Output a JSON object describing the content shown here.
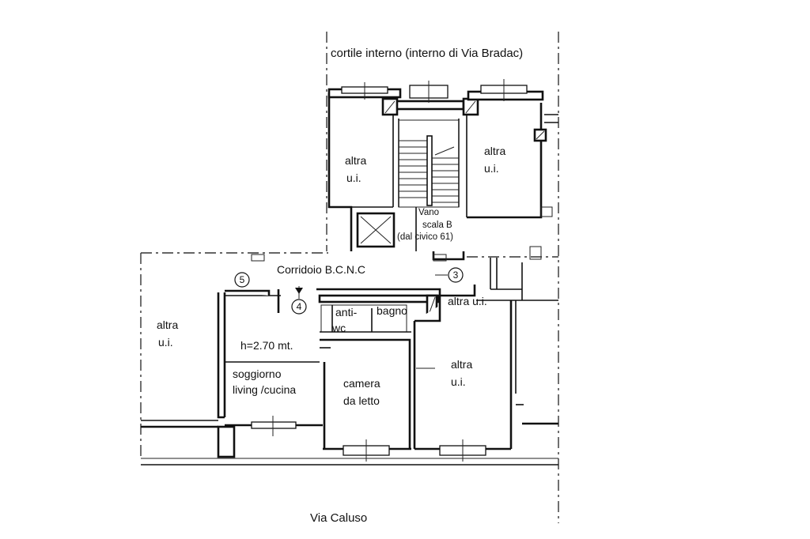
{
  "streets": {
    "top": "cortile interno (interno di Via Bradac)",
    "bottom": "Via Caluso"
  },
  "rooms": {
    "altra_ui_top_left": [
      "altra",
      "u.i."
    ],
    "altra_ui_top_right": [
      "altra",
      "u.i."
    ],
    "altra_ui_left": [
      "altra",
      "u.i."
    ],
    "altra_ui_right_upper": [
      "altra u.i."
    ],
    "altra_ui_right": [
      "altra",
      "u.i."
    ],
    "stair": [
      "Vano",
      "scala B",
      "(dal civico 61)"
    ],
    "corridor": "Corridoio B.C.N.C",
    "anti": "anti-",
    "wc": "wc",
    "bagno": "bagno",
    "height": "h=2.70 mt.",
    "living": [
      "soggiorno",
      "living /cucina"
    ],
    "bedroom": [
      "camera",
      "da letto"
    ]
  },
  "markers": [
    "5",
    "4",
    "3"
  ]
}
